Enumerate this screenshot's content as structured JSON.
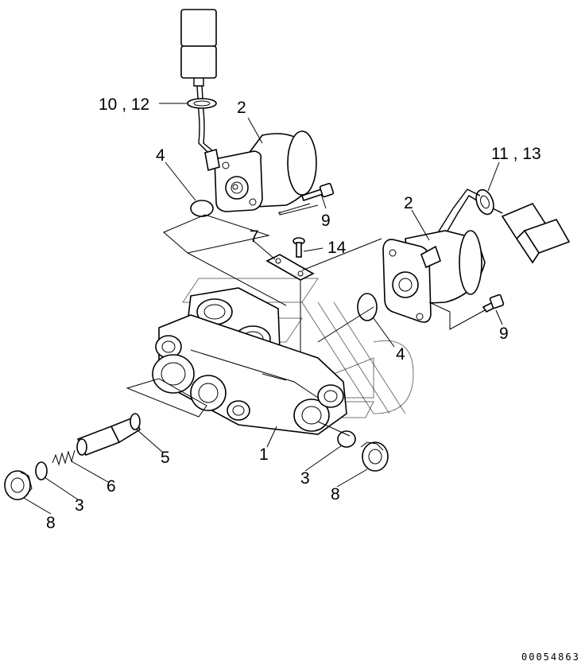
{
  "callouts": {
    "c1": "1",
    "c2_left": "2",
    "c2_right": "2",
    "c3_left": "3",
    "c3_right": "3",
    "c4_left": "4",
    "c4_right": "4",
    "c5": "5",
    "c6": "6",
    "c7": "7",
    "c8_left": "8",
    "c8_right": "8",
    "c9_upper": "9",
    "c9_lower": "9",
    "c10_12": "10 , 12",
    "c11_13": "11 , 13",
    "c14": "14"
  },
  "drawing_number": "00054863"
}
